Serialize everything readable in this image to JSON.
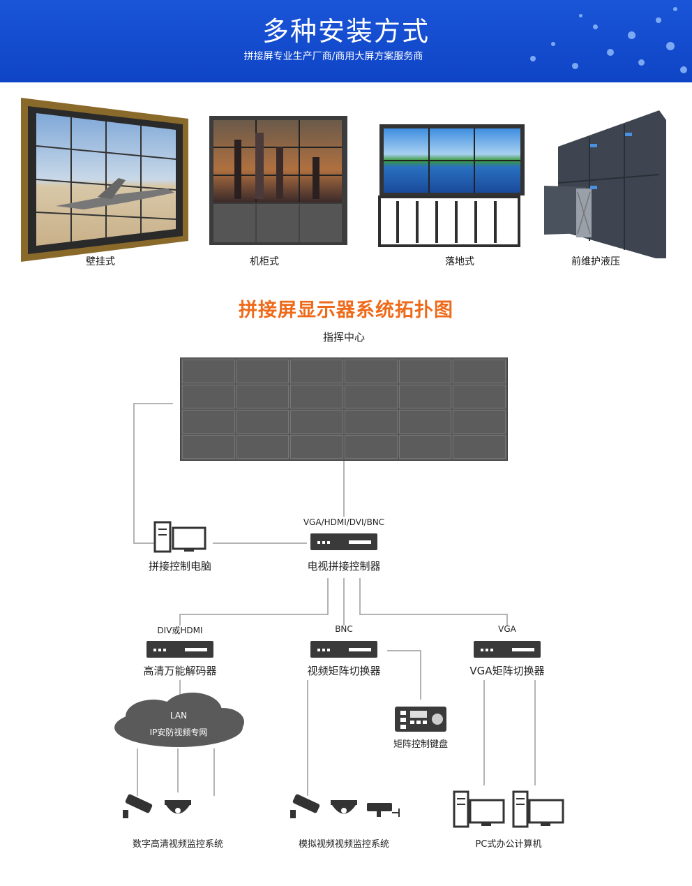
{
  "banner": {
    "title": "多种安装方式",
    "subtitle": "拼接屏专业生产厂商/商用大屏方案服务商"
  },
  "installation_types": [
    {
      "label": "壁挂式"
    },
    {
      "label": "机柜式"
    },
    {
      "label": "落地式"
    },
    {
      "label": "前维护液压"
    }
  ],
  "topology": {
    "title": "拼接屏显示器系统拓扑图",
    "command_center": "指挥中心",
    "interfaces_main": "VGA/HDMI/DVI/BNC",
    "control_pc": "拼接控制电脑",
    "tv_controller": "电视拼接控制器",
    "branch_labels": [
      "DIV或HDMI",
      "BNC",
      "VGA"
    ],
    "decoder": "高清万能解码器",
    "video_matrix": "视频矩阵切换器",
    "vga_matrix": "VGA矩阵切换器",
    "lan": "LAN",
    "network": "IP安防视频专网",
    "keyboard": "矩阵控制键盘",
    "digital_system": "数字高清视频监控系统",
    "analog_system": "模拟视频视频监控系统",
    "pc_office": "PC式办公计算机"
  },
  "colors": {
    "banner_blue": "#1550d4",
    "accent_orange": "#ee6a1a",
    "device_dark": "#3a3a3a",
    "line_gray": "#9a9a9a"
  }
}
